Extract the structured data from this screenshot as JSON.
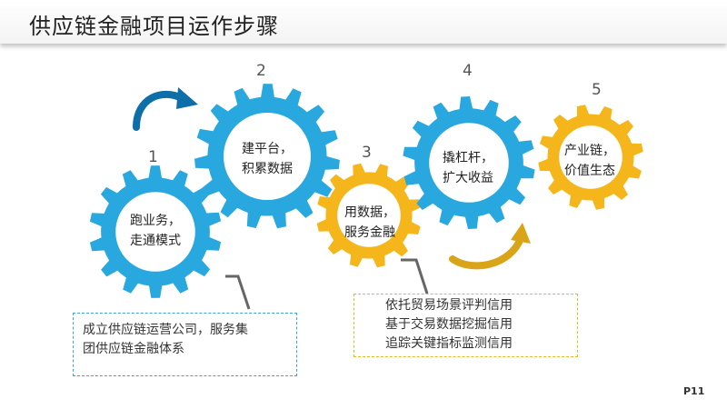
{
  "title": "供应链金融项目运作步骤",
  "page_number": "P11",
  "colors": {
    "blue": "#29a8e0",
    "yellow": "#f5b61b",
    "navy_arrow": "#0e6fa8",
    "gold_arrow": "#d9a418"
  },
  "steps": [
    {
      "number": "1",
      "line1": "跑业务，",
      "line2": "走通模式",
      "color": "blue"
    },
    {
      "number": "2",
      "line1": "建平台，",
      "line2": "积累数据",
      "color": "blue"
    },
    {
      "number": "3",
      "line1": "用数据，",
      "line2": "服务金融",
      "color": "yellow"
    },
    {
      "number": "4",
      "line1": "撬杠杆，",
      "line2": "扩大收益",
      "color": "blue"
    },
    {
      "number": "5",
      "line1": "产业链，",
      "line2": "价值生态",
      "color": "yellow"
    }
  ],
  "callout_left": {
    "line1": "成立供应链运营公司，服务集",
    "line2": "团供应链金融体系"
  },
  "callout_right": {
    "line1": "依托贸易场景评判信用",
    "line2": "基于交易数据挖掘信用",
    "line3": "追踪关键指标监测信用"
  }
}
